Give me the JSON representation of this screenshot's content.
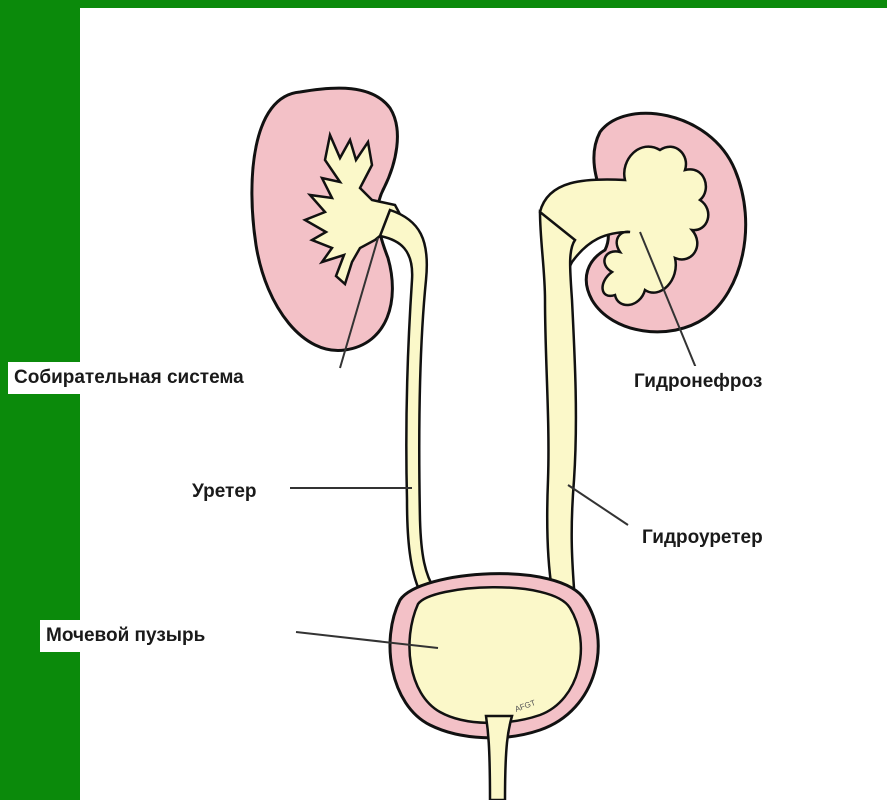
{
  "colors": {
    "background_green": "#0b8a0b",
    "kidney_pink": "#f3c1c7",
    "urine_yellow": "#fbf8c9",
    "outline": "#111111"
  },
  "labels": {
    "collecting_system": "Собирательная система",
    "hydronephrosis": "Гидронефроз",
    "ureter": "Уретер",
    "hydroureter": "Гидроуретер",
    "bladder": "Мочевой пузырь"
  },
  "signature": "AFGT"
}
